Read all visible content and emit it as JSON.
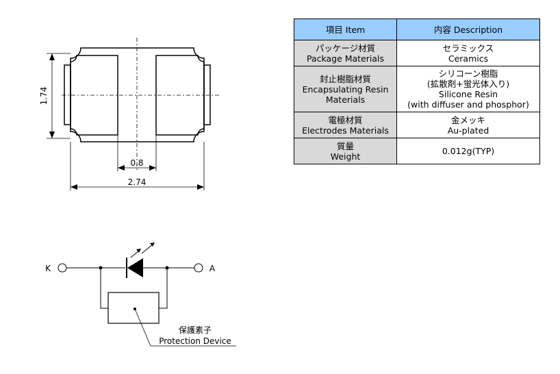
{
  "drawing": {
    "dim_height": "1.74",
    "dim_gap": "0.8",
    "dim_width": "2.74"
  },
  "table": {
    "header_item": "項目 Item",
    "header_desc": "内容 Description",
    "rows": [
      {
        "item": "パッケージ材質\nPackage Materials",
        "desc": "セラミックス\nCeramics"
      },
      {
        "item": "封止樹脂材質\nEncapsulating Resin\nMaterials",
        "desc": "シリコーン樹脂\n(拡散剤+蛍光体入り)\nSilicone Resin\n(with diffuser and phosphor)"
      },
      {
        "item": "電極材質\nElectrodes Materials",
        "desc": "金メッキ\nAu-plated"
      },
      {
        "item": "質量\nWeight",
        "desc": "0.012g(TYP)"
      }
    ]
  },
  "schematic": {
    "cathode_label": "K",
    "anode_label": "A",
    "device_label_jp": "保護素子",
    "device_label_en": "Protection Device"
  }
}
